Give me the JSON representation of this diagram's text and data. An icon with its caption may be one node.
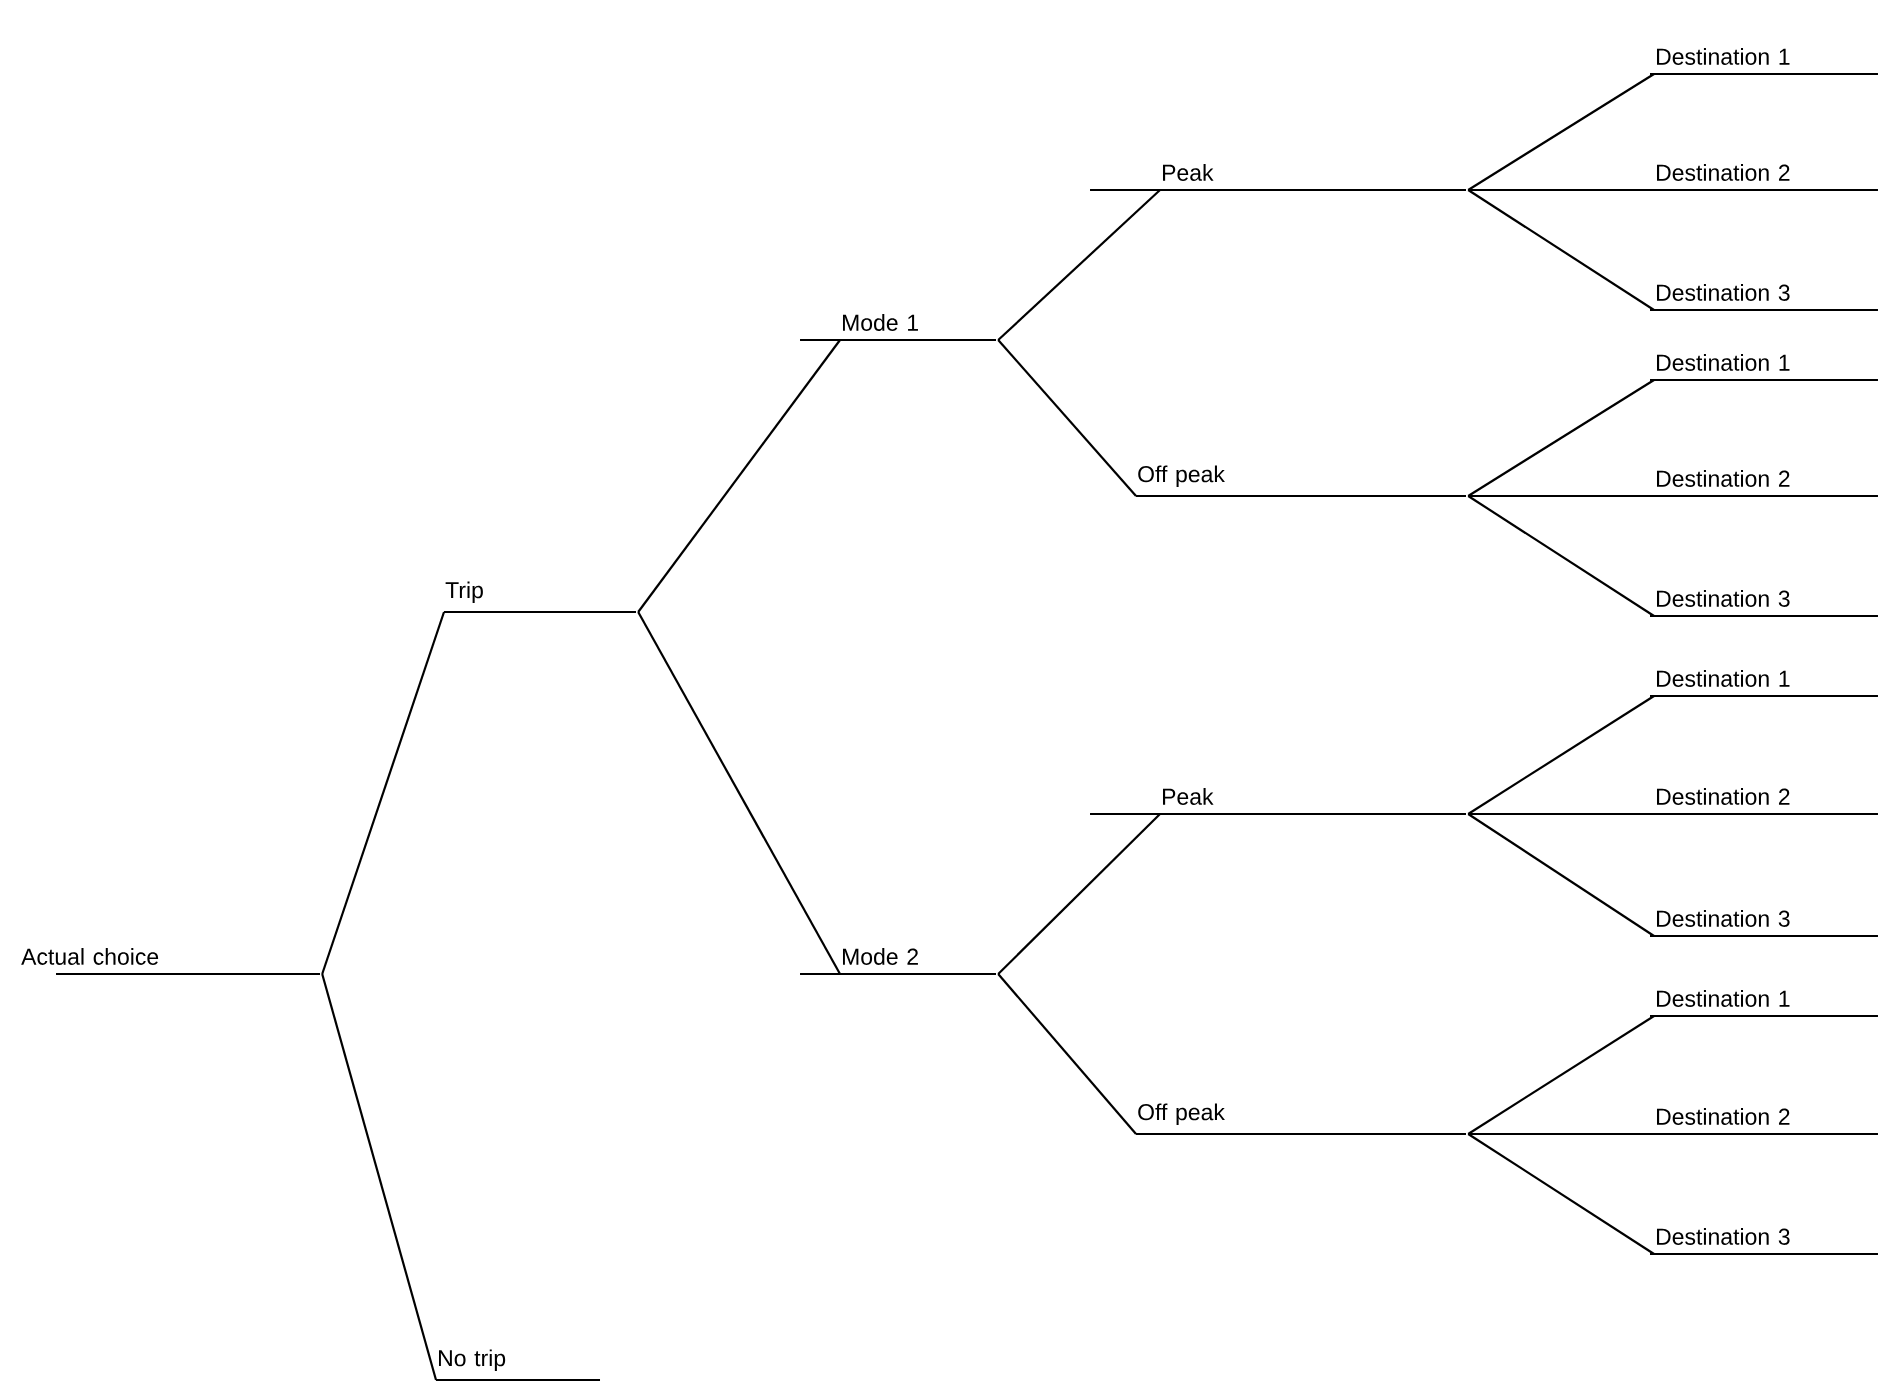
{
  "diagram": {
    "nodes": [
      {
        "text": [
          "Actual choice"
        ]
      },
      {
        "text": [
          "Trip"
        ]
      },
      {
        "text": [
          "Mode 1"
        ]
      },
      {
        "text": [
          "Peak"
        ]
      },
      {
        "text": [
          "Destination 1"
        ]
      },
      {
        "text": [
          "Destination 2"
        ]
      },
      {
        "text": [
          "Destination 3"
        ]
      },
      {
        "text": [
          "Off peak"
        ]
      },
      {
        "text": [
          "Destination 1"
        ]
      },
      {
        "text": [
          "Destination 2"
        ]
      },
      {
        "text": [
          "Destination 3"
        ]
      },
      {
        "text": [
          "Mode 2"
        ]
      },
      {
        "text": [
          "Peak"
        ]
      },
      {
        "text": [
          "Destination 1"
        ]
      },
      {
        "text": [
          "Destination 2"
        ]
      },
      {
        "text": [
          "Destination 3"
        ]
      },
      {
        "text": [
          "Off peak"
        ]
      },
      {
        "text": [
          "Destination 1"
        ]
      },
      {
        "text": [
          "Destination 2"
        ]
      },
      {
        "text": [
          "Destination 3"
        ]
      },
      {
        "text": [
          "No trip"
        ]
      }
    ],
    "edges": [
      {
        "from": 0,
        "to": 1,
        "arrow": "none"
      },
      {
        "from": 0,
        "to": 20,
        "arrow": "none"
      },
      {
        "from": 1,
        "to": 2,
        "arrow": "none"
      },
      {
        "from": 1,
        "to": 11,
        "arrow": "none"
      },
      {
        "from": 2,
        "to": 3,
        "arrow": "none"
      },
      {
        "from": 2,
        "to": 7,
        "arrow": "none"
      },
      {
        "from": 3,
        "to": 4,
        "arrow": "none"
      },
      {
        "from": 3,
        "to": 5,
        "arrow": "none"
      },
      {
        "from": 3,
        "to": 6,
        "arrow": "none"
      },
      {
        "from": 7,
        "to": 8,
        "arrow": "none"
      },
      {
        "from": 7,
        "to": 9,
        "arrow": "none"
      },
      {
        "from": 7,
        "to": 10,
        "arrow": "none"
      },
      {
        "from": 11,
        "to": 12,
        "arrow": "none"
      },
      {
        "from": 11,
        "to": 16,
        "arrow": "none"
      },
      {
        "from": 12,
        "to": 13,
        "arrow": "none"
      },
      {
        "from": 12,
        "to": 14,
        "arrow": "none"
      },
      {
        "from": 12,
        "to": 15,
        "arrow": "none"
      },
      {
        "from": 16,
        "to": 17,
        "arrow": "none"
      },
      {
        "from": 16,
        "to": 18,
        "arrow": "none"
      },
      {
        "from": 16,
        "to": 19,
        "arrow": "none"
      }
    ]
  }
}
